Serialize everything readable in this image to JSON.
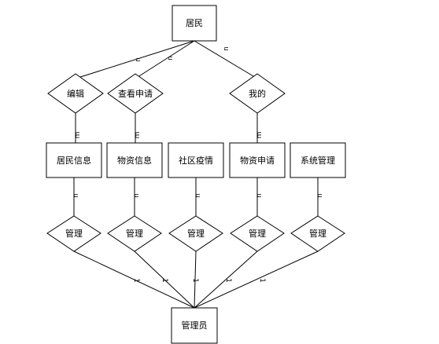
{
  "entities": {
    "resident": "居民",
    "resident_info": "居民信息",
    "supply_info": "物资信息",
    "epidemic": "社区疫情",
    "supply_request": "物资申请",
    "system_mgmt": "系统管理",
    "admin": "管理员"
  },
  "relations": {
    "edit": "编辑",
    "view_request": "查看申请",
    "mine": "我的",
    "manage": "管理"
  },
  "cardinalities": {
    "n": "n",
    "m": "m",
    "one": "1"
  }
}
